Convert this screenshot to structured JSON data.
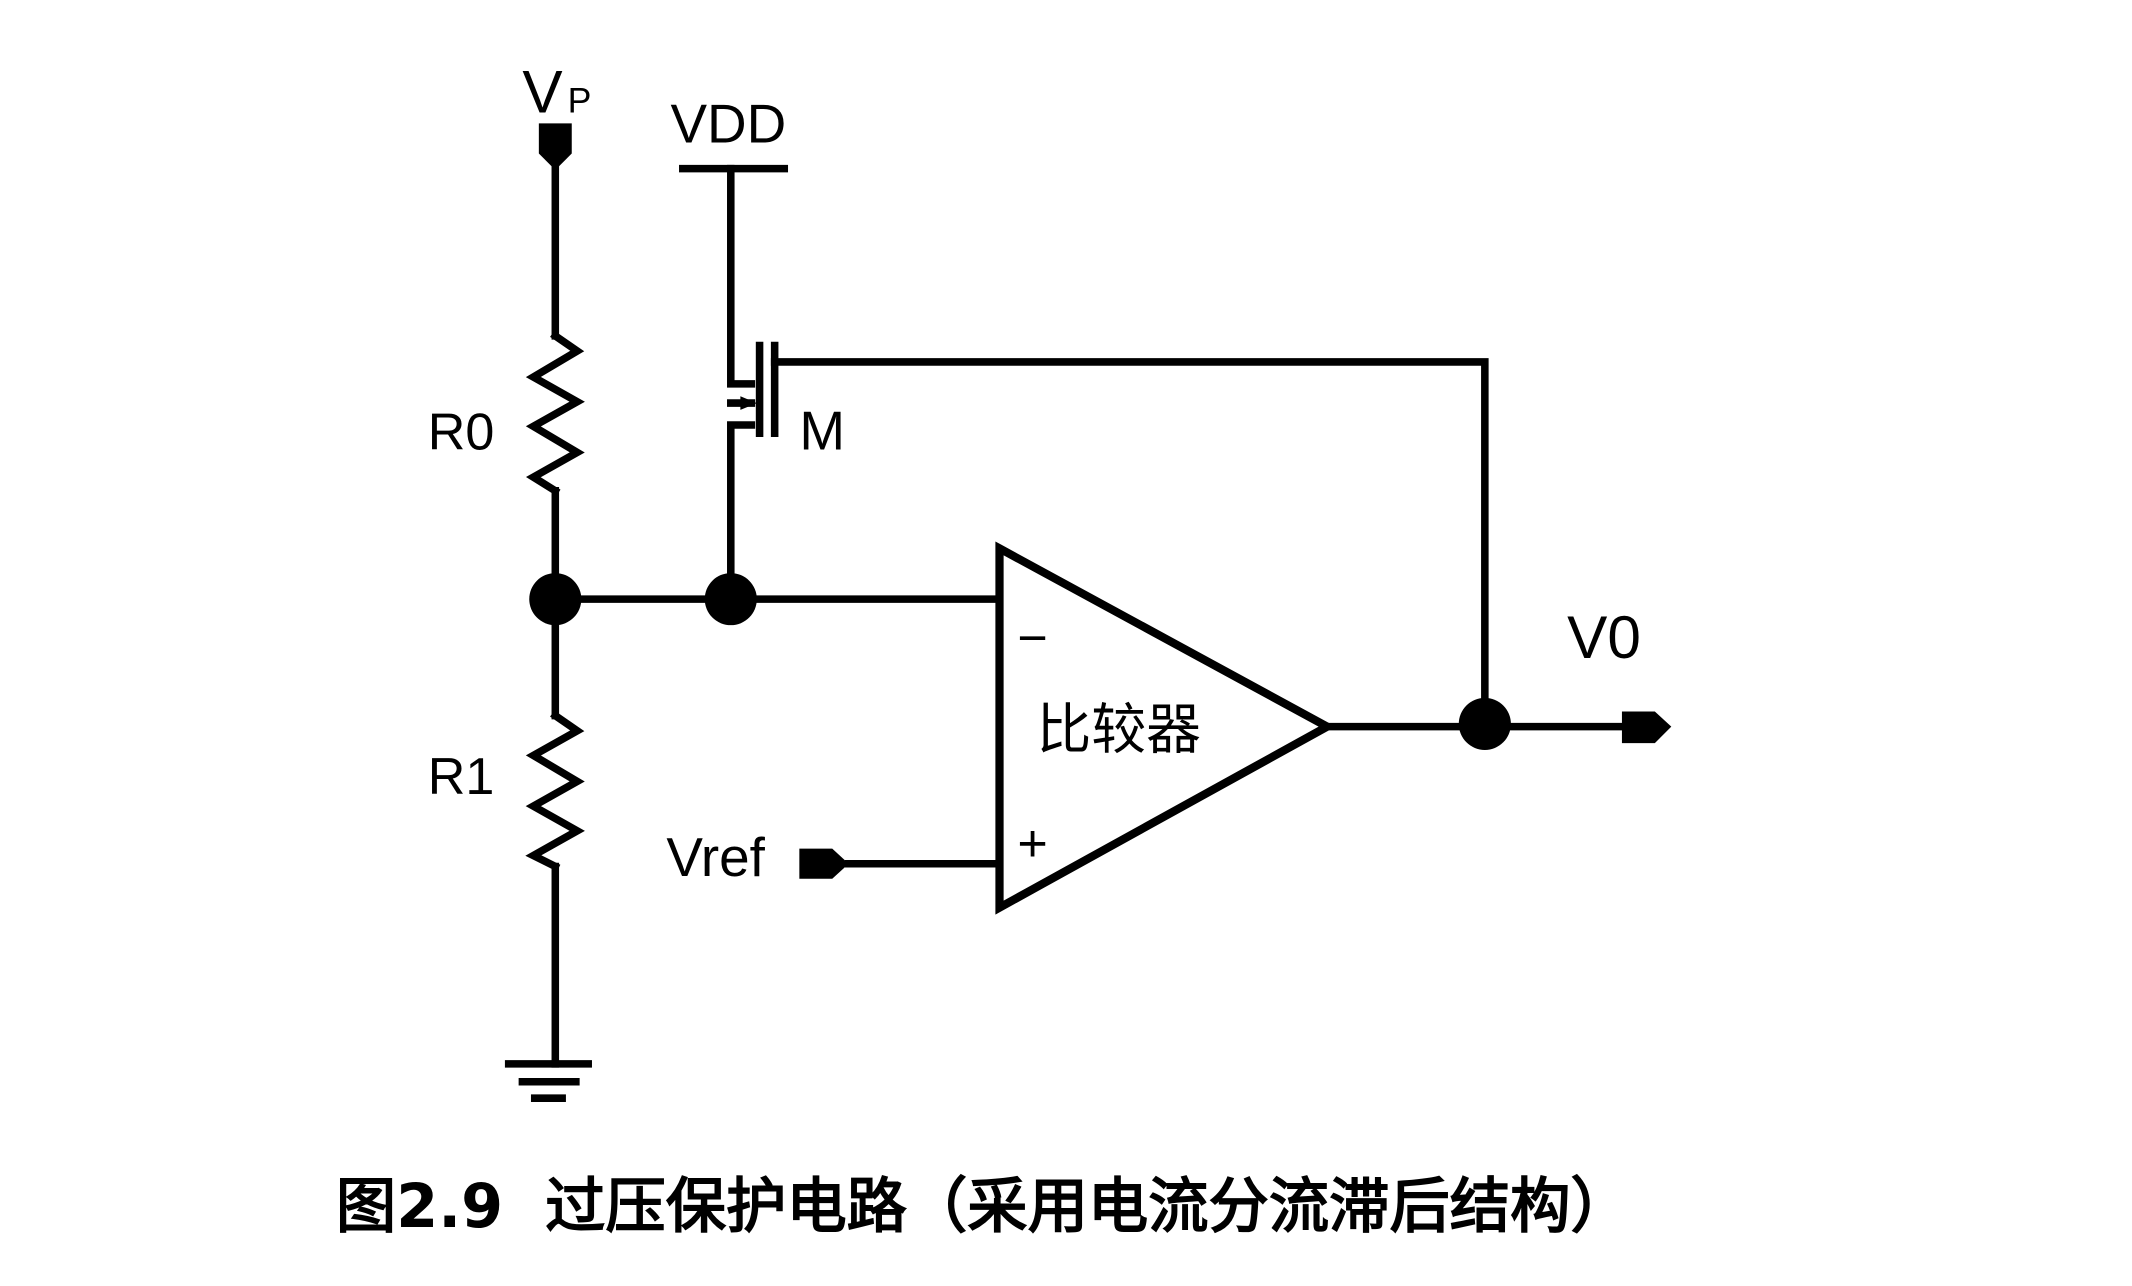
{
  "labels": {
    "vp_main": "V",
    "vp_sub": "P",
    "vdd": "VDD",
    "r0": "R0",
    "r1": "R1",
    "transistor": "M",
    "comparator": "比较器",
    "minus": "−",
    "plus": "+",
    "vref": "Vref",
    "vout": "V0"
  },
  "caption": "图2.9  过压保护电路（采用电流分流滞后结构）"
}
